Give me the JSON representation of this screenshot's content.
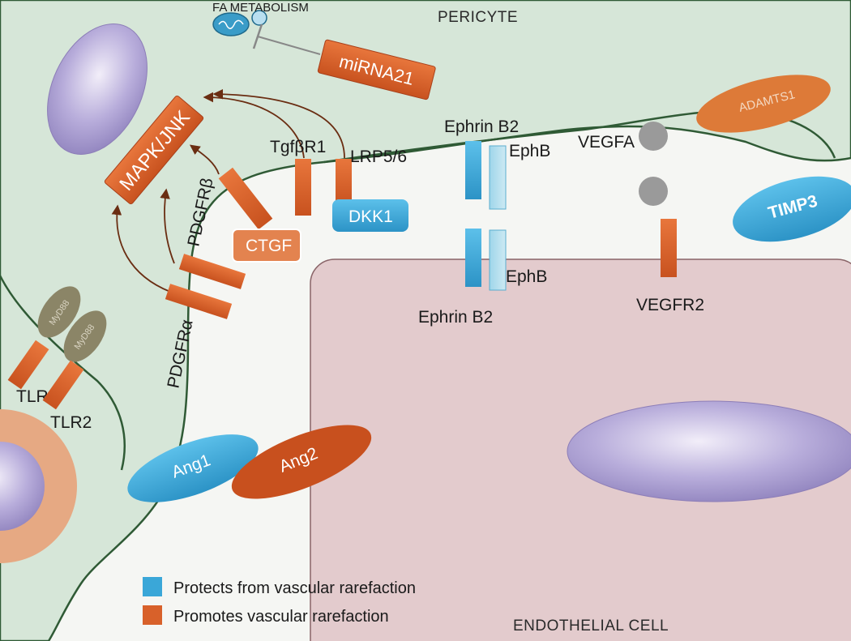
{
  "cells": {
    "pericyte": "PERICYTE",
    "endothelial": "ENDOTHELIAL CELL"
  },
  "labels": {
    "fa_metabolism": "FA METABOLISM",
    "mirna21": "miRNA21",
    "mapk_jnk": "MAPK/JNK",
    "tgfbr1": "TgfβR1",
    "lrp56": "LRP5/6",
    "dkk1": "DKK1",
    "ctgf": "CTGF",
    "pdgfrb": "PDGFRβ",
    "pdgfra": "PDGFRα",
    "myd88_a": "MyD88",
    "myd88_b": "MyD88",
    "tlr4": "TLR4",
    "tlr2": "TLR2",
    "ephrin_b2_top": "Ephrin B2",
    "ephb_top": "EphB",
    "ephrin_b2_bottom": "Ephrin B2",
    "ephb_bottom": "EphB",
    "vegfa": "VEGFA",
    "vegfr2": "VEGFR2",
    "adamts1": "ADAMTS1",
    "timp3": "TIMP3",
    "ang1": "Ang1",
    "ang2": "Ang2"
  },
  "legend": {
    "protects": "Protects from vascular rarefaction",
    "promotes": "Promotes vascular rarefaction"
  },
  "colors": {
    "protects": "#3aa7d8",
    "promotes": "#d8612a",
    "pericyte_fill": "#d6e6d8",
    "endothelial_fill": "#e3cbcd",
    "nucleus": "#a89cc9",
    "myd88": "#8b8567",
    "vegfa": "#9a9a9a"
  }
}
